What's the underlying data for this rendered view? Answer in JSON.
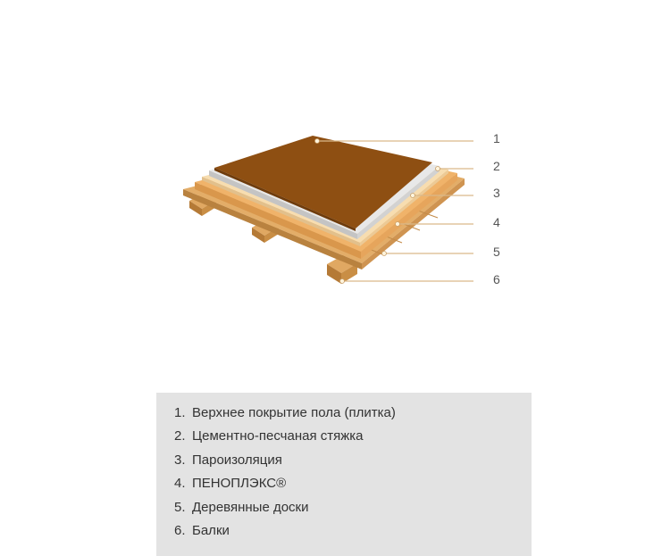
{
  "callouts": [
    "1",
    "2",
    "3",
    "4",
    "5",
    "6"
  ],
  "legend": {
    "items": [
      {
        "number": "1.",
        "text": "Верхнее покрытие пола (плитка)"
      },
      {
        "number": "2.",
        "text": "Цементно-песчаная стяжка"
      },
      {
        "number": "3.",
        "text": "Пароизоляция"
      },
      {
        "number": "4.",
        "text": "ПЕНОПЛЭКС®"
      },
      {
        "number": "5.",
        "text": "Деревянные доски"
      },
      {
        "number": "6.",
        "text": "Балки"
      }
    ]
  },
  "colors": {
    "tile": "#8e4f12",
    "screed": "#d6d6d6",
    "vapor_barrier": "#f2d9a8",
    "insulation": "#f0b36a",
    "boards": "#dca15b",
    "beams": "#c98e45",
    "leader": "#d9b98a",
    "legend_background": "#e3e3e3"
  }
}
